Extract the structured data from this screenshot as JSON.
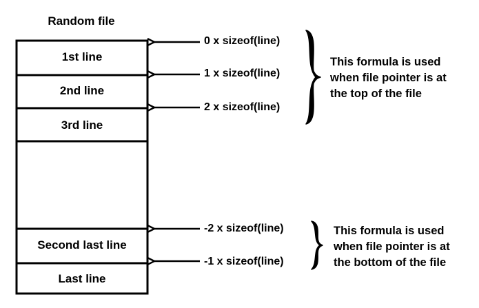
{
  "diagram": {
    "title": "Random file",
    "lines": [
      "1st line",
      "2nd line",
      "3rd line",
      "",
      "Second last line",
      "Last line"
    ],
    "top_offsets": [
      "0 x sizeof(line)",
      "1 x sizeof(line)",
      "2 x sizeof(line)"
    ],
    "bottom_offsets": [
      "-2 x sizeof(line)",
      "-1 x sizeof(line)"
    ],
    "top_note": [
      "This formula is used",
      "when file pointer is at",
      "the top of the file"
    ],
    "bottom_note": [
      "This formula is used",
      "when file pointer is at",
      "the bottom of the file"
    ]
  }
}
